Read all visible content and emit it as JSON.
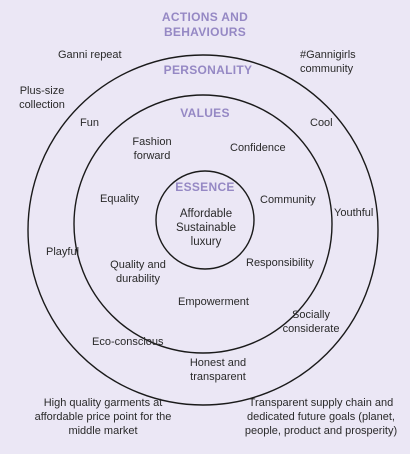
{
  "headings": {
    "actions": "ACTIONS AND BEHAVIOURS",
    "personality": "PERSONALITY",
    "values": "VALUES",
    "essence": "ESSENCE"
  },
  "essence": {
    "text": "Affordable Sustainable luxury"
  },
  "values": {
    "fashion_forward": "Fashion forward",
    "confidence": "Confidence",
    "equality": "Equality",
    "community": "Community",
    "quality_durability": "Quality and durability",
    "responsibility": "Responsibility",
    "empowerment": "Empowerment"
  },
  "personality": {
    "fun": "Fun",
    "cool": "Cool",
    "youthful": "Youthful",
    "playful": "Playful",
    "socially_considerate": "Socially considerate",
    "eco_conscious": "Eco-conscious",
    "honest_transparent": "Honest and transparent"
  },
  "actions": {
    "ganni_repeat": "Ganni repeat",
    "gannigirls": "#Gannigirls community",
    "plus_size": "Plus-size collection",
    "high_quality": "High quality garments at affordable price point for the middle market",
    "transparent_supply": "Transparent supply chain and dedicated future goals (planet, people, product and prosperity)"
  },
  "colors": {
    "background": "#ebe7f5",
    "heading": "#9588c4",
    "ring": "#1a1a1a",
    "text": "#2a2a2a"
  }
}
